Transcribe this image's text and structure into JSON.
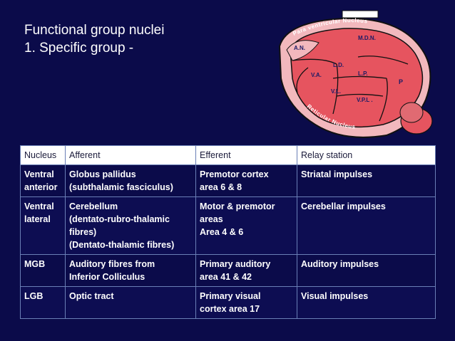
{
  "slide": {
    "title_line1": "Functional group nuclei",
    "title_line2": "1. Specific group -"
  },
  "diagram": {
    "labels": {
      "para_ventricular": "Para ventricular Nucleus",
      "reticular": "Reticular Nucleus",
      "an": "A.N.",
      "mdn": "M.D.N.",
      "ld": "L.D.",
      "lp": "L.P.",
      "va": "V.A.",
      "vl": "V.L.",
      "vpl": "V.P.L .",
      "p": "P"
    },
    "colors": {
      "thalamus_fill": "#e6545f",
      "light_fill": "#f2b8bd",
      "outline": "#111111",
      "label": "#1a1a66"
    }
  },
  "table": {
    "headers": [
      "Nucleus",
      "Afferent",
      "Efferent",
      "Relay station"
    ],
    "rows": [
      [
        [
          "Ventral",
          "anterior"
        ],
        [
          "Globus pallidus",
          "(subthalamic fasciculus)"
        ],
        [
          "Premotor cortex",
          "area 6 & 8"
        ],
        [
          "Striatal impulses"
        ]
      ],
      [
        [
          "Ventral",
          "lateral"
        ],
        [
          "Cerebellum",
          "(dentato-rubro-thalamic",
          "fibres)",
          "(Dentato-thalamic fibres)"
        ],
        [
          "Motor & premotor",
          "areas",
          "Area 4 & 6"
        ],
        [
          "Cerebellar impulses"
        ]
      ],
      [
        [
          "MGB"
        ],
        [
          "Auditory fibres from",
          "Inferior Colliculus"
        ],
        [
          "Primary auditory",
          "area 41 & 42"
        ],
        [
          "Auditory impulses"
        ]
      ],
      [
        [
          "LGB"
        ],
        [
          "Optic tract"
        ],
        [
          "Primary visual",
          "cortex area 17"
        ],
        [
          "Visual impulses"
        ]
      ]
    ],
    "colors": {
      "header_bg": "#ffffff",
      "header_text": "#1a1a3a",
      "border": "#6a7fb6",
      "cell_text": "#ffffff"
    }
  }
}
